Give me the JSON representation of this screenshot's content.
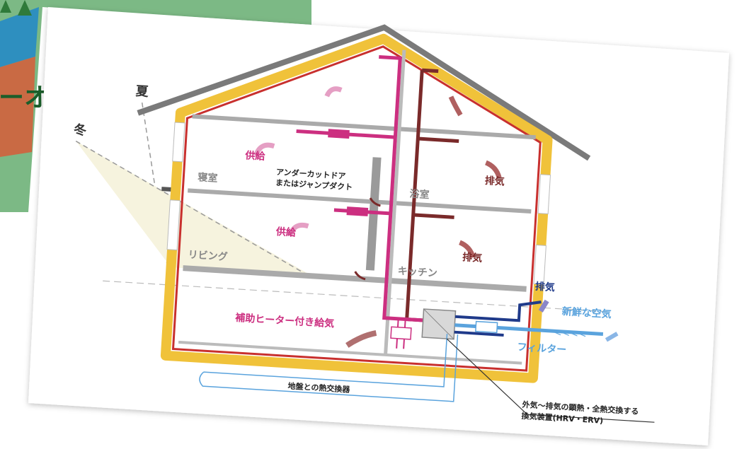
{
  "background_card": {
    "partial_title": "ーオ"
  },
  "diagram": {
    "season_summer": "夏",
    "season_winter": "冬",
    "rooms": {
      "bedroom": "寝室",
      "bathroom": "浴室",
      "living": "リビング",
      "kitchen": "キッチン"
    },
    "labels": {
      "supply_upper": "供給",
      "supply_lower": "供給",
      "exhaust_upper": "排気",
      "exhaust_lower": "排気",
      "undercut_door_line1": "アンダーカットドア",
      "undercut_door_line2": "またはジャンプダクト",
      "heater_supply": "補助ヒーター付き給気",
      "exhaust_out": "排気",
      "fresh_air": "新鮮な空気",
      "filter": "フィルター",
      "ground_heat_exchanger": "地盤との熱交換器",
      "hrv_line1": "外気〜排気の顕熱・全熱交換する",
      "hrv_line2": "換気装置(HRV・ERV)"
    },
    "colors": {
      "supply": "#cc2f80",
      "exhaust": "#7a2a2a",
      "intake": "#5aa3dd",
      "intake_dark": "#1f3a8a",
      "insulation": "#f0c23a",
      "airtight": "#c8302e",
      "roof": "#7a7a7a"
    }
  }
}
